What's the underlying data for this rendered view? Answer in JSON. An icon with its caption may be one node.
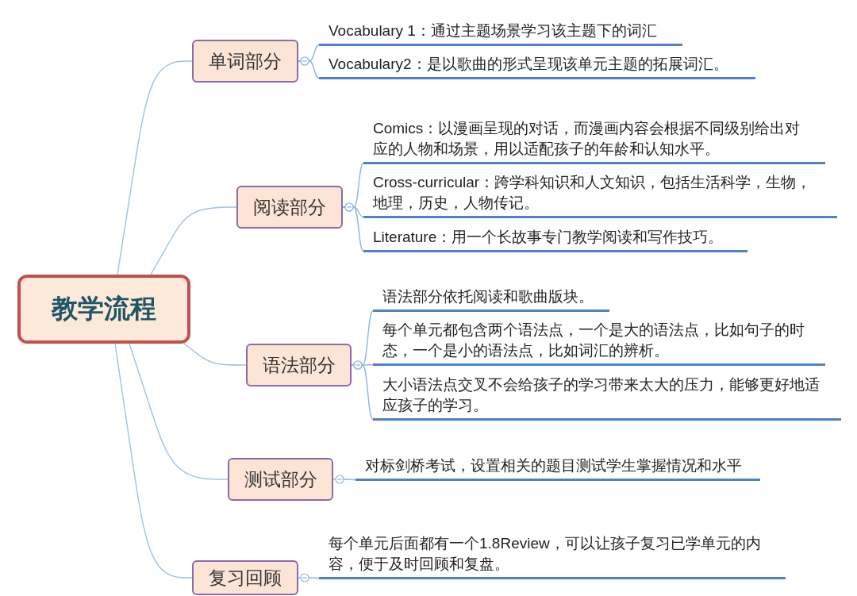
{
  "diagram": {
    "nodes": [
      {
        "text": [
          "教学流程"
        ]
      },
      {
        "text": [
          "单词部分"
        ]
      },
      {
        "text": [
          "阅读部分"
        ]
      },
      {
        "text": [
          "语法部分"
        ]
      },
      {
        "text": [
          "测试部分"
        ]
      },
      {
        "text": [
          "复习回顾"
        ]
      },
      {
        "text": [
          "Vocabulary 1：通过主题场景学习该主题下的词汇"
        ]
      },
      {
        "text": [
          "Vocabulary2：是以歌曲的形式呈现该单元主题的拓展词汇。"
        ]
      },
      {
        "text": [
          "Comics：以漫画呈现的对话，而漫画内容会根据不同级别给出对应的人物和场景，用以适配孩子的年龄和认知水平。"
        ]
      },
      {
        "text": [
          "Cross-curricular：跨学科知识和人文知识，包括生活科学，生物，地理，历史，人物传记。"
        ]
      },
      {
        "text": [
          "Literature：用一个长故事专门教学阅读和写作技巧。"
        ]
      },
      {
        "text": [
          "语法部分依托阅读和歌曲版块。"
        ]
      },
      {
        "text": [
          "每个单元都包含两个语法点，一个是大的语法点，比如句子的时态，一个是小的语法点，比如词汇的辨析。"
        ]
      },
      {
        "text": [
          "大小语法点交叉不会给孩子的学习带来太大的压力，能够更好地适应孩子的学习。"
        ]
      },
      {
        "text": [
          "对标剑桥考试，设置相关的题目测试学生掌握情况和水平"
        ]
      },
      {
        "text": [
          "每个单元后面都有一个1.8Review，可以让孩子复习已学单元的内容，便于及时回顾和复盘。"
        ]
      }
    ],
    "edges": [
      {
        "from": 0,
        "to": 1,
        "arrow": "none"
      },
      {
        "from": 0,
        "to": 2,
        "arrow": "none"
      },
      {
        "from": 0,
        "to": 3,
        "arrow": "none"
      },
      {
        "from": 0,
        "to": 4,
        "arrow": "none"
      },
      {
        "from": 0,
        "to": 5,
        "arrow": "none"
      },
      {
        "from": 1,
        "to": 6,
        "arrow": "other"
      },
      {
        "from": 1,
        "to": 7,
        "arrow": "other"
      },
      {
        "from": 2,
        "to": 8,
        "arrow": "other"
      },
      {
        "from": 2,
        "to": 9,
        "arrow": "other"
      },
      {
        "from": 2,
        "to": 10,
        "arrow": "other"
      },
      {
        "from": 3,
        "to": 11,
        "arrow": "other"
      },
      {
        "from": 3,
        "to": 12,
        "arrow": "other"
      },
      {
        "from": 3,
        "to": 13,
        "arrow": "other"
      },
      {
        "from": 4,
        "to": 14,
        "arrow": "other"
      },
      {
        "from": 5,
        "to": 15,
        "arrow": "other"
      }
    ]
  }
}
